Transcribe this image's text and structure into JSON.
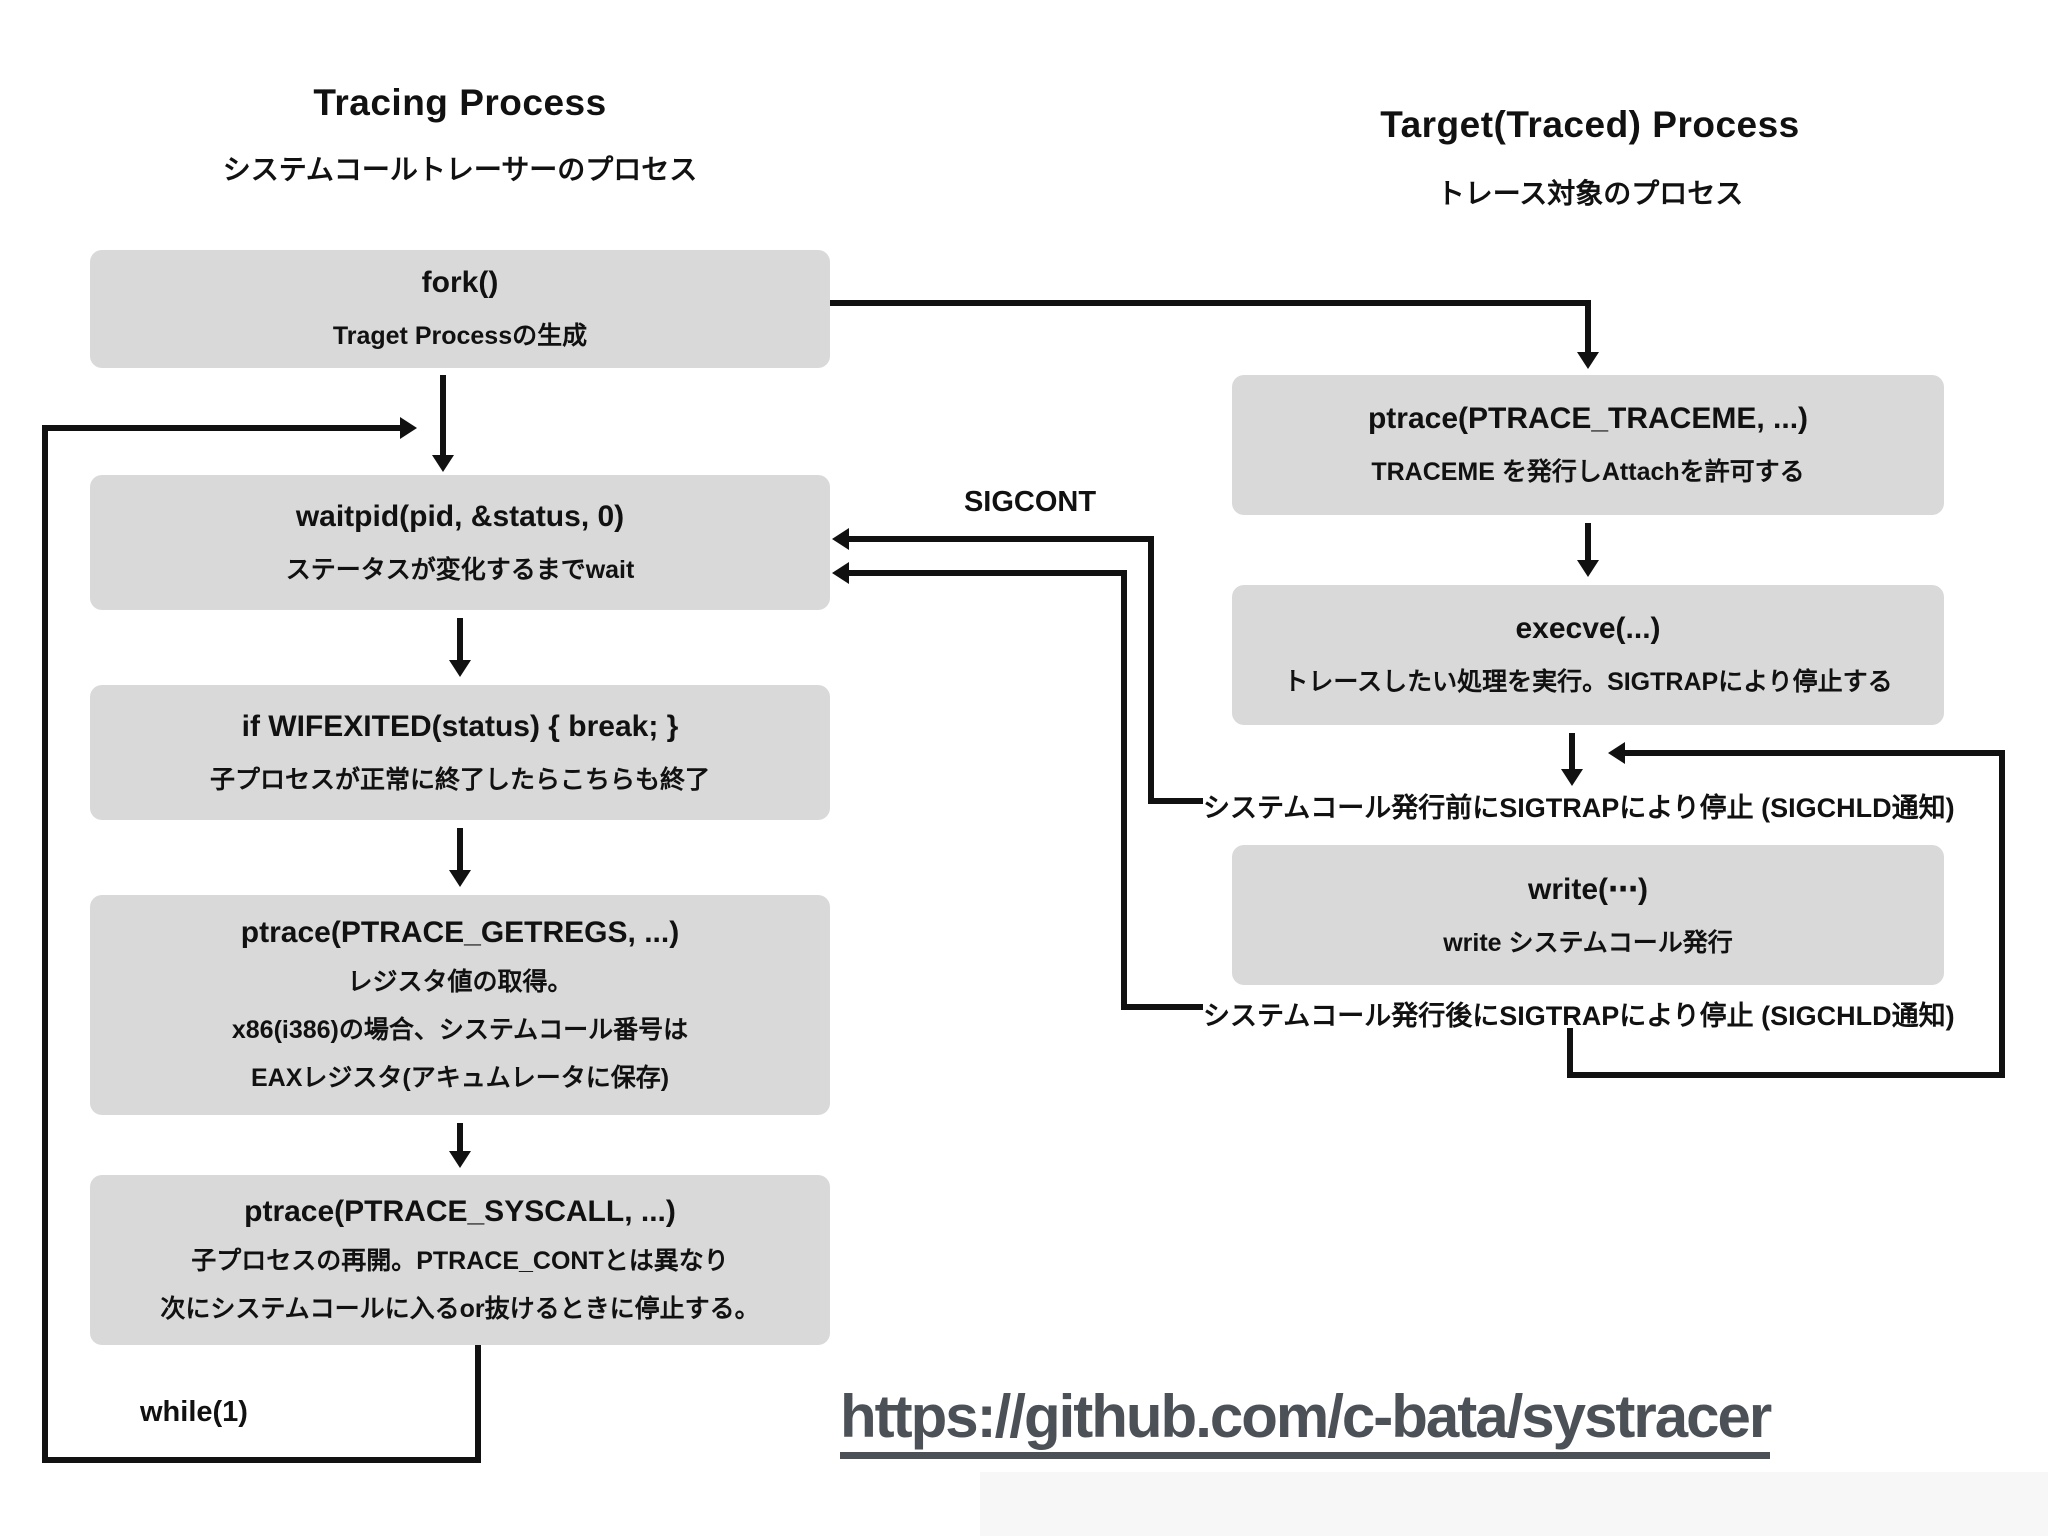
{
  "columns": {
    "left": {
      "title": "Tracing Process",
      "subtitle": "システムコールトレーサーのプロセス"
    },
    "right": {
      "title": "Target(Traced) Process",
      "subtitle": "トレース対象のプロセス"
    }
  },
  "left_boxes": [
    {
      "title": "fork()",
      "lines": [
        "Traget Processの生成"
      ]
    },
    {
      "title": "waitpid(pid, &status, 0)",
      "lines": [
        "ステータスが変化するまでwait"
      ]
    },
    {
      "title": "if WIFEXITED(status) { break; }",
      "lines": [
        "子プロセスが正常に終了したらこちらも終了"
      ]
    },
    {
      "title": "ptrace(PTRACE_GETREGS, ...)",
      "lines": [
        "レジスタ値の取得。",
        "x86(i386)の場合、システムコール番号は",
        "EAXレジスタ(アキュムレータに保存)"
      ]
    },
    {
      "title": "ptrace(PTRACE_SYSCALL, ...)",
      "lines": [
        "子プロセスの再開。PTRACE_CONTとは異なり",
        "次にシステムコールに入るor抜けるときに停止する。"
      ]
    }
  ],
  "right_boxes": [
    {
      "title": "ptrace(PTRACE_TRACEME, ...)",
      "lines": [
        "TRACEME を発行しAttachを許可する"
      ]
    },
    {
      "title": "execve(...)",
      "lines": [
        "トレースしたい処理を実行。SIGTRAPにより停止する"
      ]
    },
    {
      "title": "write(⋯)",
      "lines": [
        "write システムコール発行"
      ]
    }
  ],
  "labels": {
    "sigcont": "SIGCONT",
    "while_loop": "while(1)",
    "note_before": "システムコール発行前にSIGTRAPにより停止 (SIGCHLD通知)",
    "note_after": "システムコール発行後にSIGTRAPにより停止 (SIGCHLD通知)",
    "link": "https://github.com/c-bata/systracer"
  },
  "colors": {
    "box_bg": "#d9d9d9",
    "line": "#111111",
    "link": "#4c5157",
    "background": "#ffffff"
  }
}
